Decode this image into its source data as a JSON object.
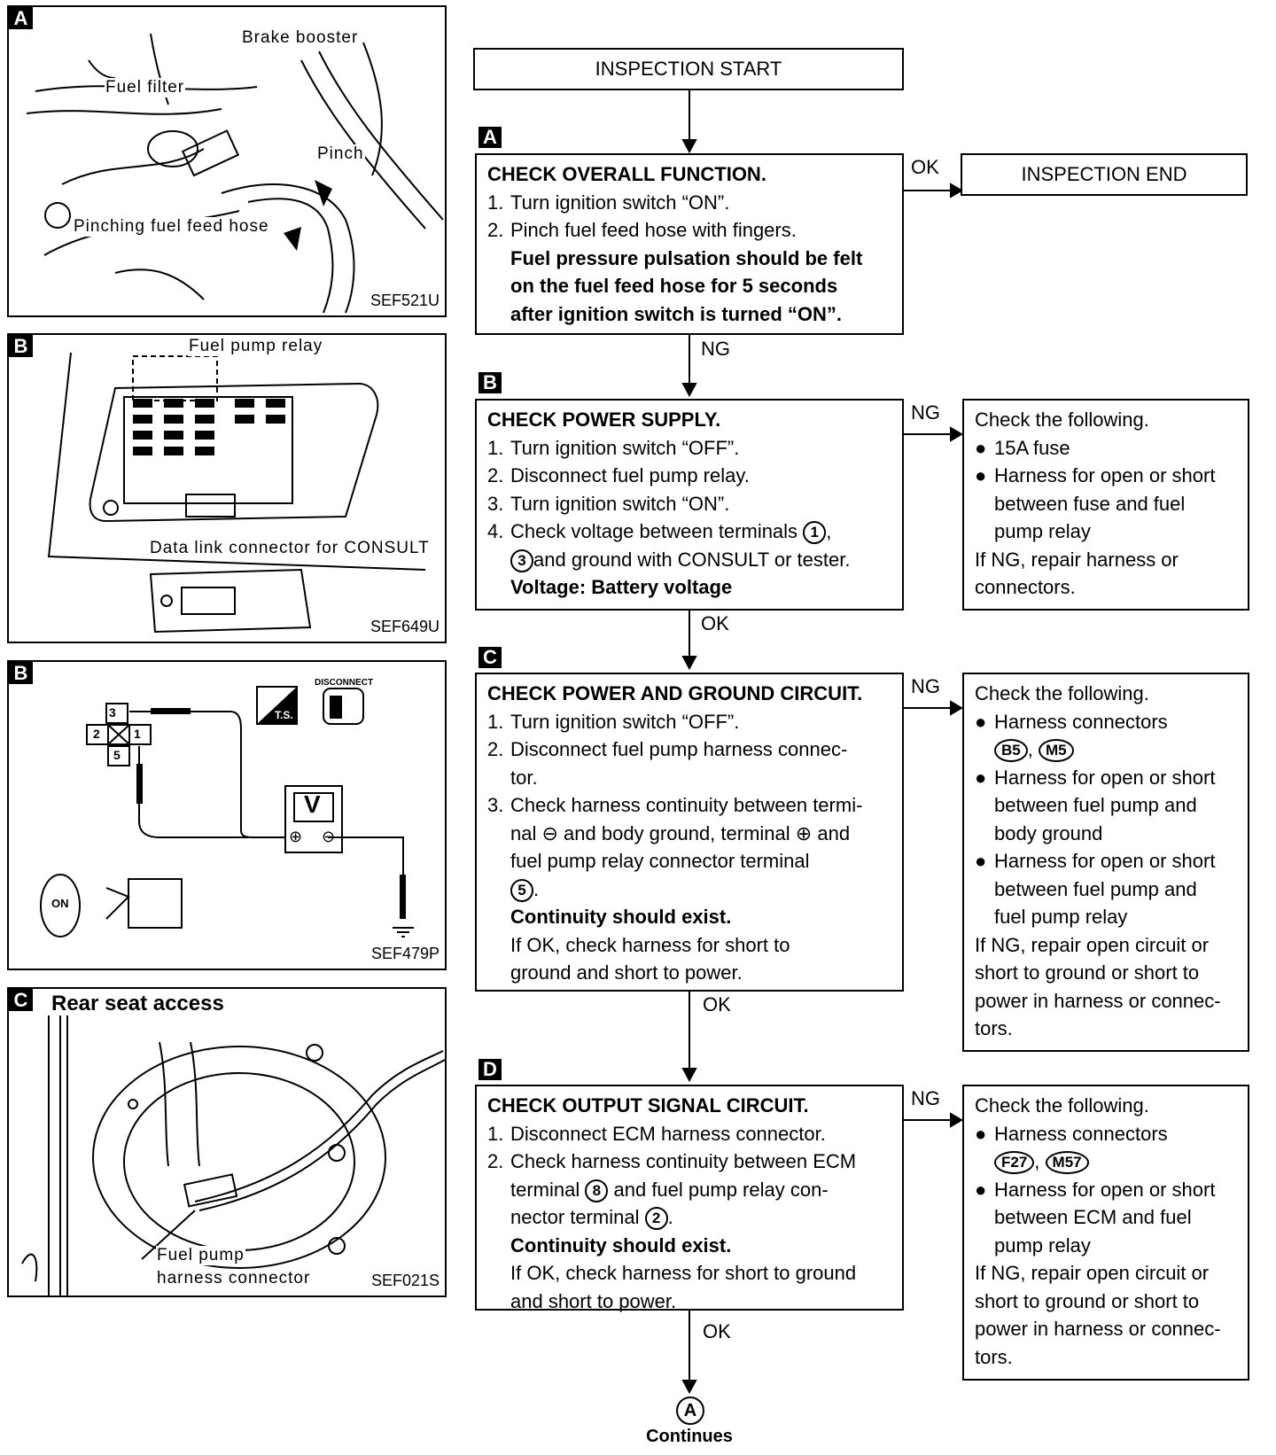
{
  "figures": {
    "a": {
      "tag": "A",
      "code": "SEF521U",
      "labels": {
        "brake_booster": "Brake booster",
        "fuel_filter": "Fuel filter",
        "pinch": "Pinch",
        "pinching_hose": "Pinching fuel feed hose"
      }
    },
    "b1": {
      "tag": "B",
      "code": "SEF649U",
      "labels": {
        "relay": "Fuel pump relay",
        "dlc": "Data link connector for CONSULT"
      }
    },
    "b2": {
      "tag": "B",
      "code": "SEF479P",
      "labels": {
        "disconnect": "DISCONNECT",
        "ts": "T.S.",
        "v": "V",
        "on": "ON",
        "t3": "3",
        "t2": "2",
        "t1": "1",
        "t5": "5",
        "plus": "⊕",
        "minus": "⊖"
      }
    },
    "c": {
      "tag": "C",
      "code": "SEF021S",
      "title": "Rear seat access",
      "labels": {
        "conn1": "Fuel pump",
        "conn2": "harness connector"
      }
    }
  },
  "flow": {
    "start": "INSPECTION START",
    "end": "INSPECTION END",
    "ok": "OK",
    "ng": "NG",
    "continues": "Continues",
    "continues_mark": "A",
    "step_a": {
      "tag": "A",
      "title": "CHECK OVERALL FUNCTION.",
      "l1n": "1.",
      "l1": "Turn ignition switch “ON”.",
      "l2n": "2.",
      "l2": "Pinch fuel feed hose with fingers.",
      "b1": "Fuel pressure pulsation should be felt",
      "b2": "on the fuel feed hose for 5 seconds",
      "b3": "after ignition switch is turned “ON”."
    },
    "step_b": {
      "tag": "B",
      "title": "CHECK POWER SUPPLY.",
      "l1n": "1.",
      "l1": "Turn ignition switch “OFF”.",
      "l2n": "2.",
      "l2": "Disconnect fuel pump relay.",
      "l3n": "3.",
      "l3": "Turn ignition switch “ON”.",
      "l4n": "4.",
      "l4": "Check voltage between terminals",
      "t1": "1",
      "t3": "3",
      "l4b": "and ground with CONSULT or tester.",
      "v": "Voltage: Battery voltage",
      "side": {
        "title": "Check the following.",
        "i1": "15A fuse",
        "i2a": "Harness for open or short",
        "i2b": "between fuse and fuel",
        "i2c": "pump relay",
        "r1": "If NG, repair harness or",
        "r2": "connectors."
      }
    },
    "step_c": {
      "tag": "C",
      "title": "CHECK POWER AND GROUND CIRCUIT.",
      "l1n": "1.",
      "l1": "Turn ignition switch “OFF”.",
      "l2n": "2.",
      "l2a": "Disconnect fuel pump harness connec-",
      "l2b": "tor.",
      "l3n": "3.",
      "l3a": "Check harness continuity between termi-",
      "l3b1": "nal",
      "minus": "⊖",
      "l3b2": "and body ground, terminal",
      "plus": "⊕",
      "l3b3": "and",
      "l3c": "fuel pump relay connector terminal",
      "t5": "5",
      "dot": ".",
      "b": "Continuity should exist.",
      "r1": "If OK, check harness for short to",
      "r2": "ground and short to power.",
      "side": {
        "title": "Check the following.",
        "i1": "Harness connectors",
        "c1": "B5",
        "c2": "M5",
        "comma": ",",
        "i2a": "Harness for open or short",
        "i2b": "between fuel pump and",
        "i2c": "body ground",
        "i3a": "Harness for open or short",
        "i3b": "between fuel pump and",
        "i3c": "fuel pump relay",
        "r1": "If NG, repair open circuit or",
        "r2": "short to ground or short to",
        "r3": "power in harness or connec-",
        "r4": "tors."
      }
    },
    "step_d": {
      "tag": "D",
      "title": "CHECK OUTPUT SIGNAL CIRCUIT.",
      "l1n": "1.",
      "l1": "Disconnect ECM harness connector.",
      "l2n": "2.",
      "l2a": "Check harness continuity between ECM",
      "l2b1": "terminal",
      "t8": "8",
      "l2b2": "and fuel pump relay con-",
      "l2c1": "nector terminal",
      "t2": "2",
      "dot": ".",
      "b": "Continuity should exist.",
      "r1": "If OK, check harness for short to ground",
      "r2": "and short to power.",
      "side": {
        "title": "Check the following.",
        "i1": "Harness connectors",
        "c1": "F27",
        "c2": "M57",
        "comma": ",",
        "i2a": "Harness for open or short",
        "i2b": "between ECM and fuel",
        "i2c": "pump relay",
        "r1": "If NG, repair open circuit or",
        "r2": "short to ground or short to",
        "r3": "power in harness or connec-",
        "r4": "tors."
      }
    }
  }
}
